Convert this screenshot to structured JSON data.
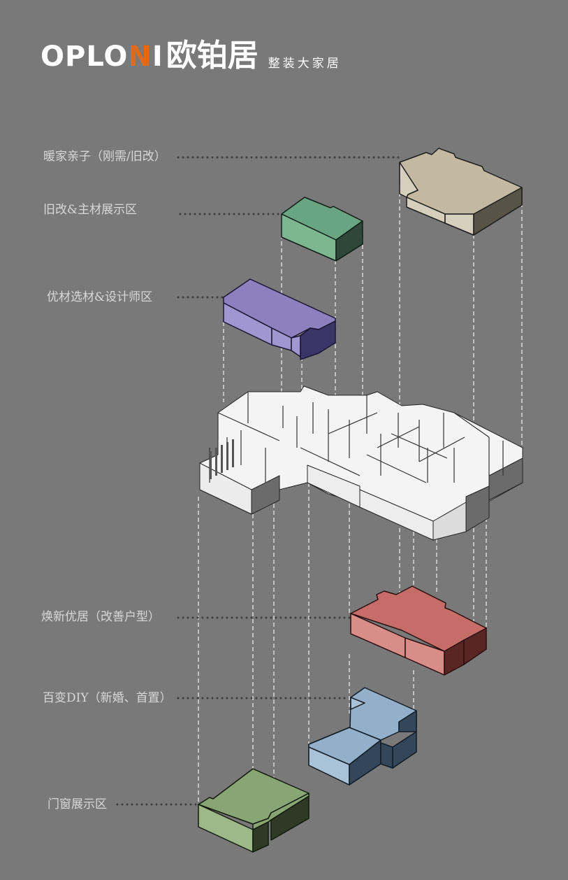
{
  "brand": {
    "name_en_prefix": "OPLO",
    "name_en_accent": "N",
    "name_en_suffix": "I",
    "name_cn": "欧铂居",
    "tagline": "整装大家居",
    "accent_color": "#e06a1c"
  },
  "zones": [
    {
      "id": "warm-family",
      "label": "暖家亲子（刚需/旧改）",
      "color": "#c3b9a3"
    },
    {
      "id": "renovation-materials",
      "label": "旧改&主材展示区",
      "color": "#6aa583"
    },
    {
      "id": "premium-materials-designer",
      "label": "优材选材&设计师区",
      "color": "#8c80bf"
    },
    {
      "id": "renewed-living",
      "label": "焕新优居（改善户型）",
      "color": "#c66d6a"
    },
    {
      "id": "diy-variety",
      "label": "百变DIY（新婚、首置）",
      "color": "#93afc9"
    },
    {
      "id": "doors-windows",
      "label": "门窗展示区",
      "color": "#8aa574"
    }
  ],
  "colors": {
    "background": "#7a7979",
    "label_text": "#d8d8d8",
    "leader_dots": "#3e3e3e",
    "guide_dashes": "#f2f2f2",
    "floorplan": "#f4f4f4"
  }
}
